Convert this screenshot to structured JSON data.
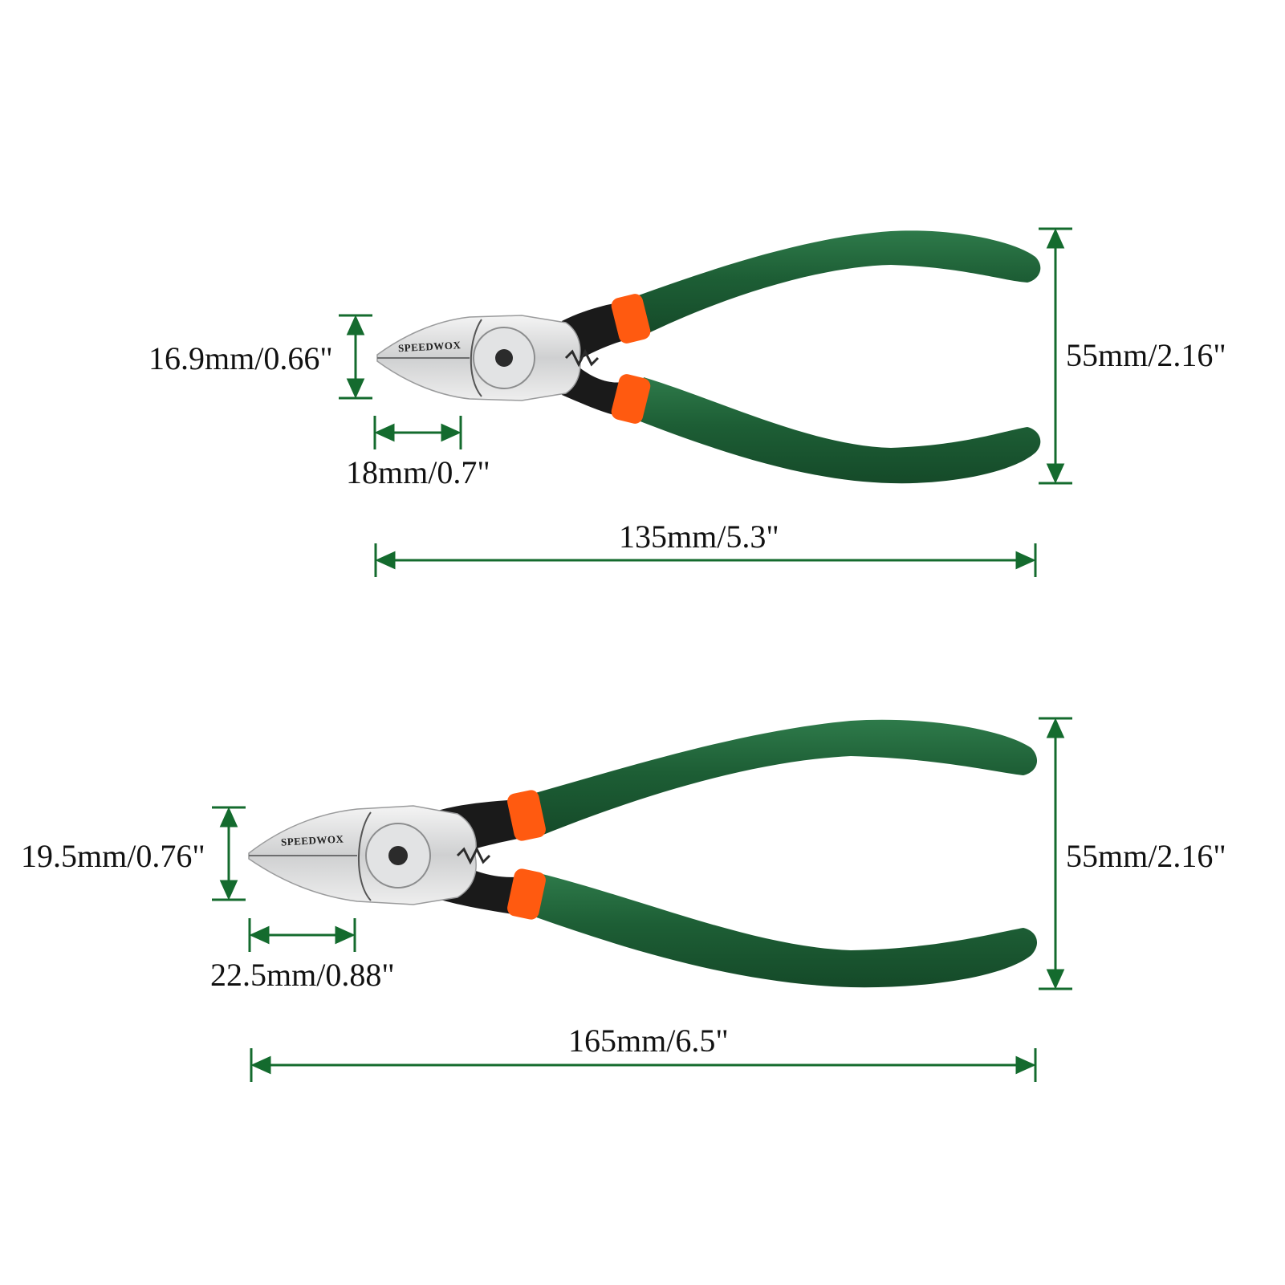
{
  "colors": {
    "dimension_line": "#146b2e",
    "handle": "#1d5e35",
    "handle_highlight": "#2e7a4a",
    "sleeve": "#ff5a10",
    "steel": "#d9dadb",
    "background": "#ffffff"
  },
  "tools": [
    {
      "brand": "SPEEDWOX",
      "jaw_height": "16.9mm/0.66\"",
      "blade_length": "18mm/0.7\"",
      "handle_span": "55mm/2.16\"",
      "overall_length": "135mm/5.3\""
    },
    {
      "brand": "SPEEDWOX",
      "jaw_height": "19.5mm/0.76\"",
      "blade_length": "22.5mm/0.88\"",
      "handle_span": "55mm/2.16\"",
      "overall_length": "165mm/6.5\""
    }
  ]
}
